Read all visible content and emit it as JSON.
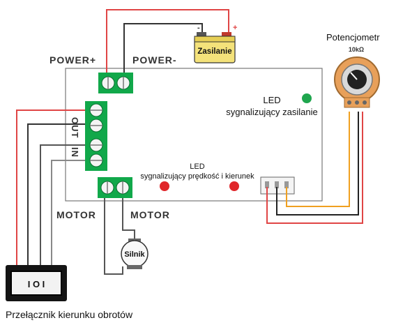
{
  "labels": {
    "power_plus": "POWER+",
    "power_minus": "POWER-",
    "out": "OUT",
    "in": "IN",
    "motor_left": "MOTOR",
    "motor_right": "MOTOR",
    "battery": "Zasilanie",
    "battery_plus": "+",
    "battery_minus": "-",
    "potentiometer": "Potencjometr",
    "potentiometer_value": "10kΩ",
    "led_power_line1": "LED",
    "led_power_line2": "sygnalizujący zasilanie",
    "led_speed_line1": "LED",
    "led_speed_line2": "sygnalizujący prędkość i kierunek",
    "motor": "Silnik",
    "switch": "Przełącznik kierunku obrotów",
    "switch_symbols": "I  O  I"
  },
  "colors": {
    "terminal_green": "#11a84a",
    "led_power": "#1fa64e",
    "led_speed": "#e0262a",
    "wire_red": "#e04545",
    "wire_black": "#222222",
    "wire_gray": "#888888",
    "wire_orange": "#f0a020",
    "battery_yellow": "#f4e27a",
    "pot_body": "#e8a05a"
  }
}
